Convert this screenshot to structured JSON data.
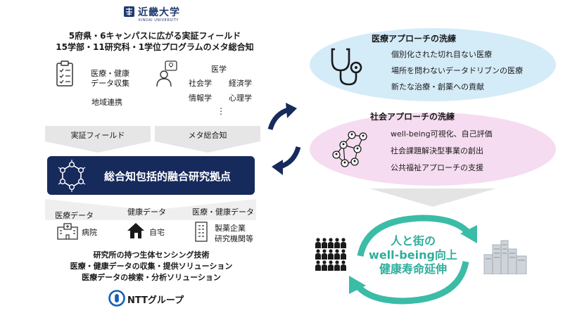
{
  "university": {
    "name": "近畿大学",
    "name_en": "KINDAI UNIVERSITY",
    "tagline_1": "5府県・6キャンパスに広がる実証フィールド",
    "tagline_2": "15学部・11研究科・1学位プログラムのメタ総合知"
  },
  "left_top": {
    "data_collection_1": "医療・健康",
    "data_collection_2": "データ収集",
    "regional": "地域連携",
    "medicine": "医学",
    "sociology": "社会学",
    "economics": "経済学",
    "informatics": "情報学",
    "psychology": "心理学",
    "ellipsis": "⋮"
  },
  "chevrons": {
    "field": "実証フィールド",
    "meta": "メタ総合知"
  },
  "hub": {
    "label": "総合知包括的融合研究拠点"
  },
  "left_bottom": {
    "medical_data": "医療データ",
    "health_data": "健康データ",
    "medical_health_data": "医療・健康データ",
    "hospital": "病院",
    "home": "自宅",
    "pharma_1": "製薬企業",
    "pharma_2": "研究機関等",
    "ntt_line_1": "研究所の持つ生体センシング技術",
    "ntt_line_2": "医療・健康データの収集・提供ソリューション",
    "ntt_line_3": "医療データの検索・分析ソリューション",
    "ntt_name": "NTTグループ"
  },
  "medical_approach": {
    "title": "医療アプローチの洗練",
    "items": [
      "個別化された切れ目ない医療",
      "場所を問わないデータドリブンの医療",
      "新たな治療・創薬への貢献"
    ]
  },
  "social_approach": {
    "title": "社会アプローチの洗練",
    "items": [
      "well-being可視化、自己評価",
      "社会課題解決型事業の創出",
      "公共福祉アプローチの支援"
    ]
  },
  "goal": {
    "line_1": "人と街の",
    "line_2": "well-being向上",
    "line_3": "健康寿命延伸"
  },
  "colors": {
    "navy": "#162a5c",
    "blue_ellipse": "#d4ebf8",
    "pink_ellipse": "#f6dcf0",
    "teal": "#2fae9c",
    "ntt_blue": "#1260b8"
  }
}
